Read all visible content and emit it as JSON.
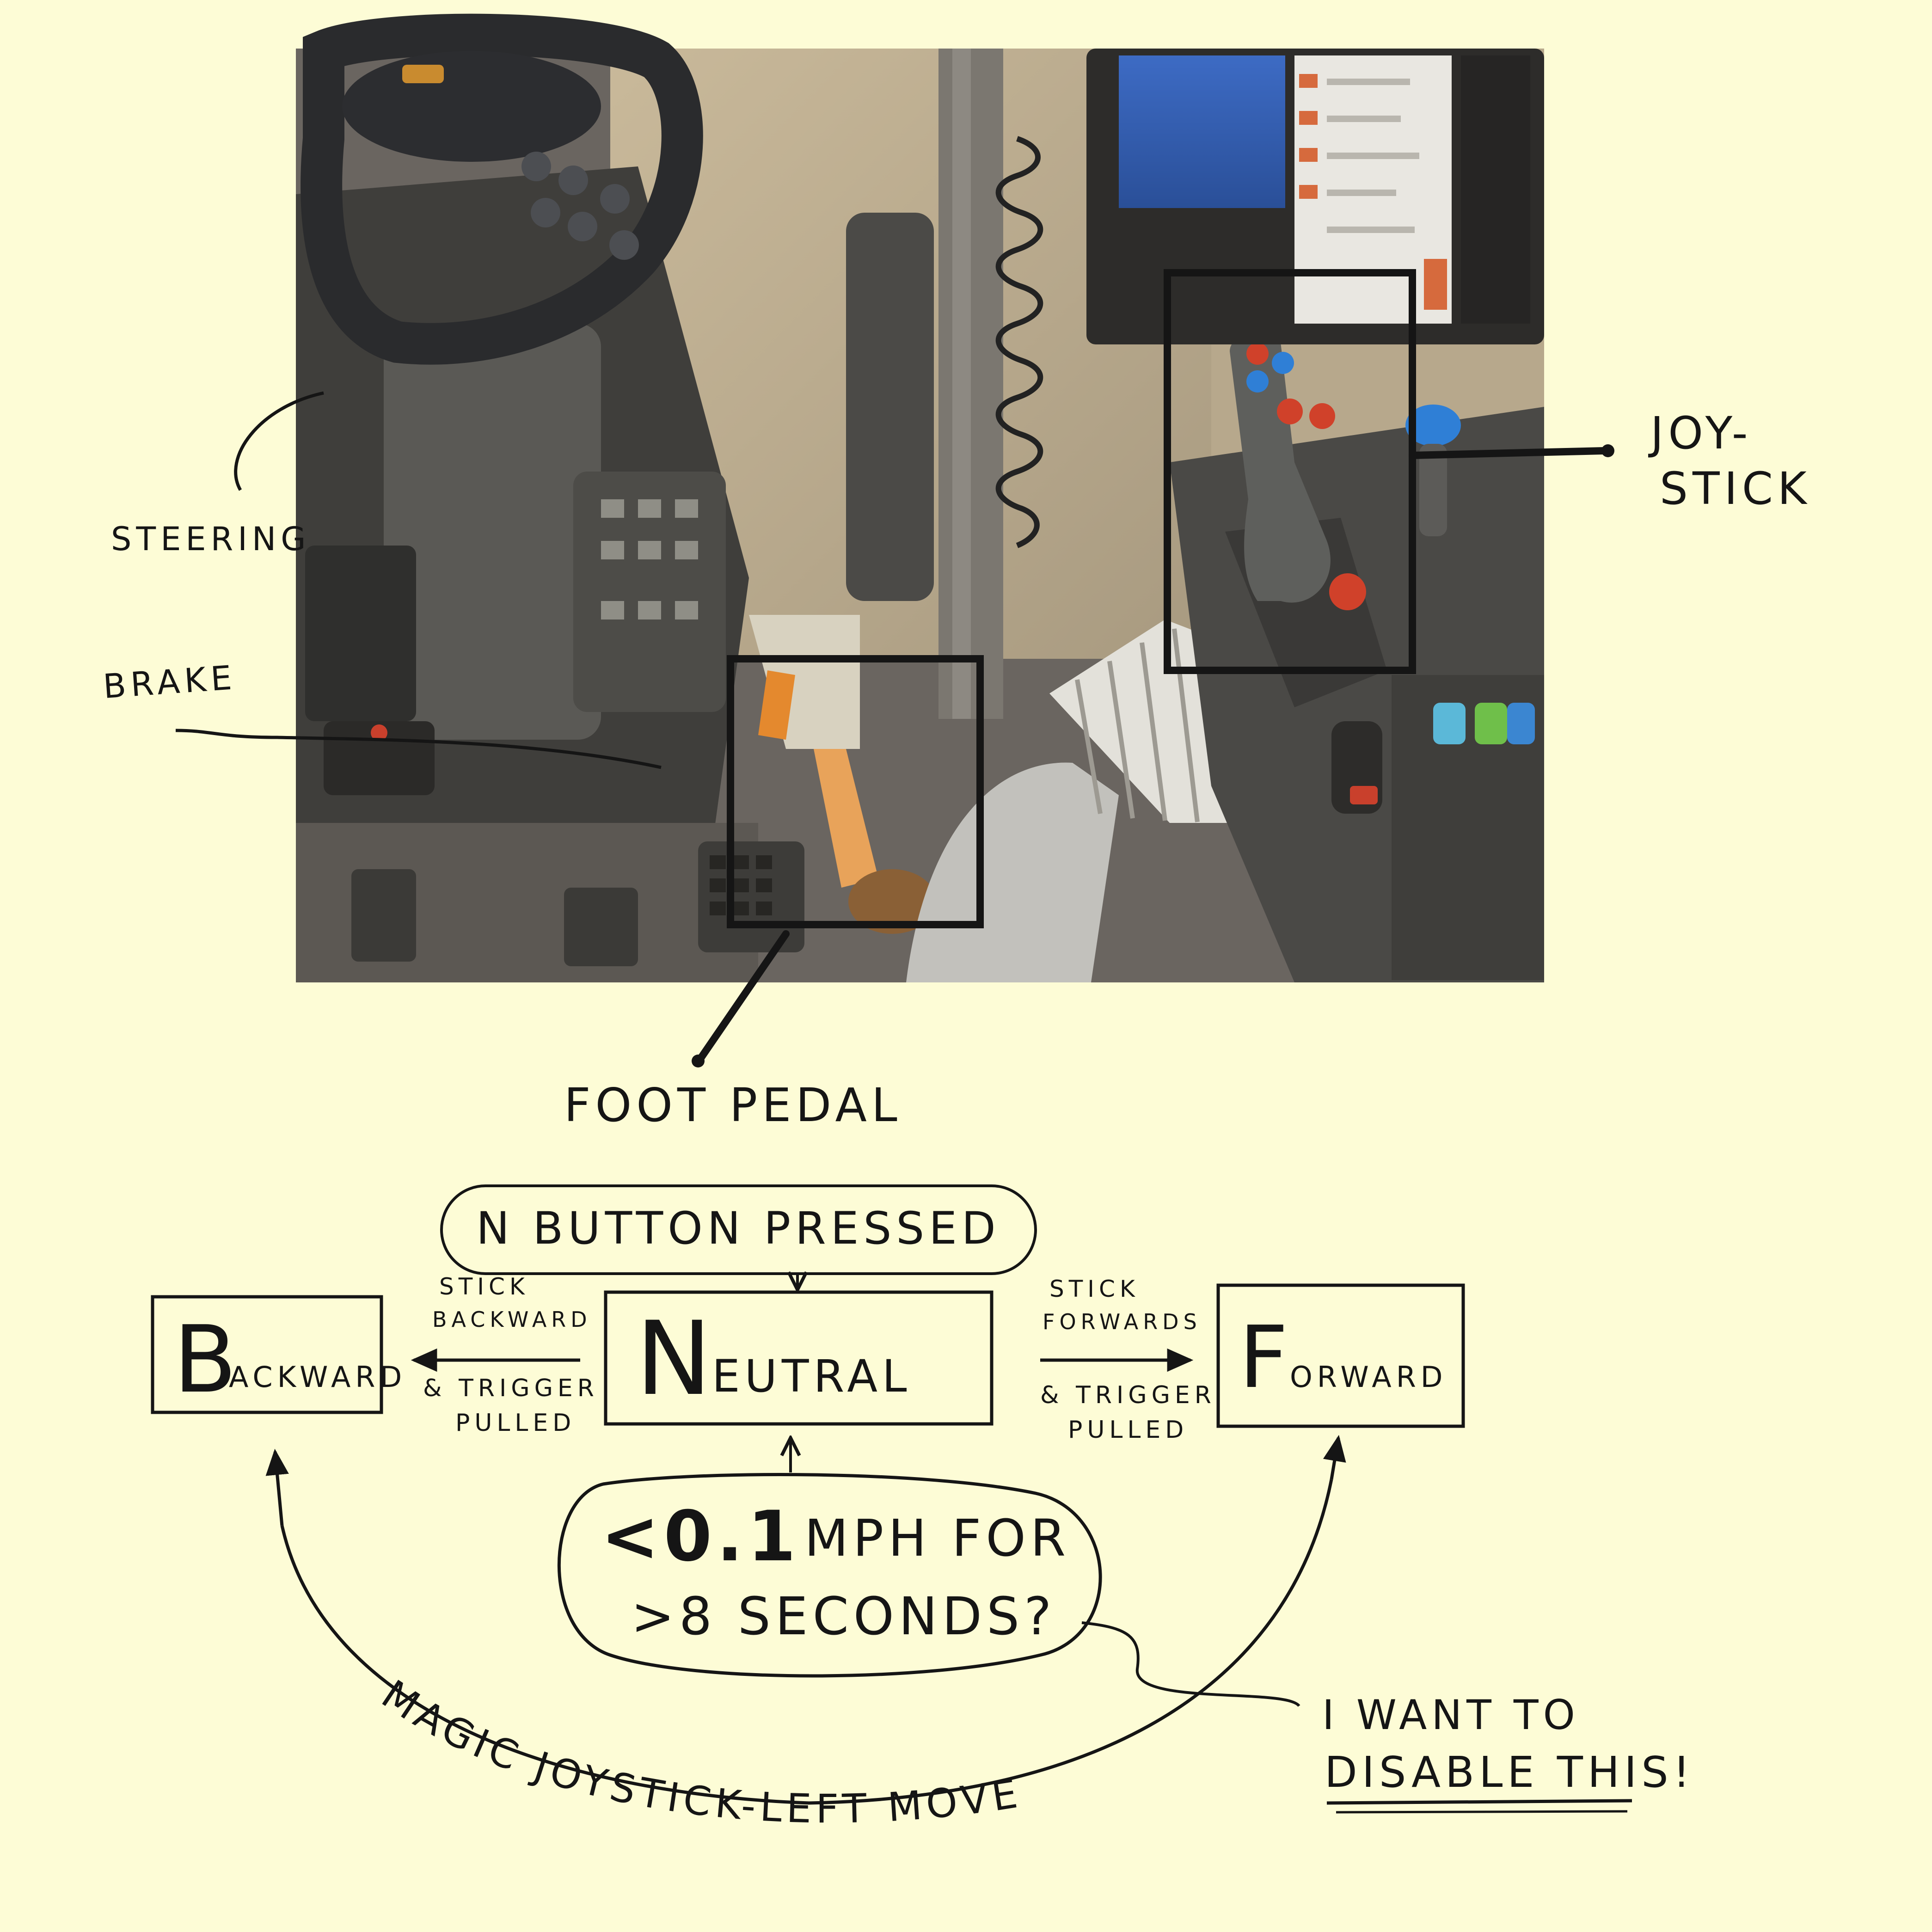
{
  "photo_labels": {
    "steering": "STEERING",
    "brake": "BRAKE",
    "joystick_line1": "JOY-",
    "joystick_line2": "STICK",
    "foot_pedal": "FOOT PEDAL"
  },
  "states": {
    "backward": {
      "initial": "B",
      "rest": "ACKWARD"
    },
    "neutral": {
      "initial": "N",
      "rest": "EUTRAL"
    },
    "forward": {
      "initial": "F",
      "rest": "ORWARD"
    }
  },
  "triggers": {
    "n_button": "N BUTTON PRESSED",
    "to_backward_line1": "STICK",
    "to_backward_line2": "BACKWARD",
    "to_backward_line3": "& TRIGGER",
    "to_backward_line4": "PULLED",
    "to_forward_line1": "STICK",
    "to_forward_line2": "FORWARDS",
    "to_forward_line3": "& TRIGGER",
    "to_forward_line4": "PULLED"
  },
  "condition": {
    "value": "<0.1",
    "line1_rest": "MPH FOR",
    "line2": ">8 SECONDS?"
  },
  "magic_move": "MAGIC JOYSTICK-LEFT MOVE",
  "note": {
    "line1": "I WANT TO",
    "line2": "DISABLE THIS!"
  },
  "colors": {
    "paper": "#fdfcd6",
    "ink": "#151515",
    "joystick_red": "#d0412a",
    "joystick_blue": "#2f7fd6",
    "pedal_orange": "#e4892e"
  }
}
